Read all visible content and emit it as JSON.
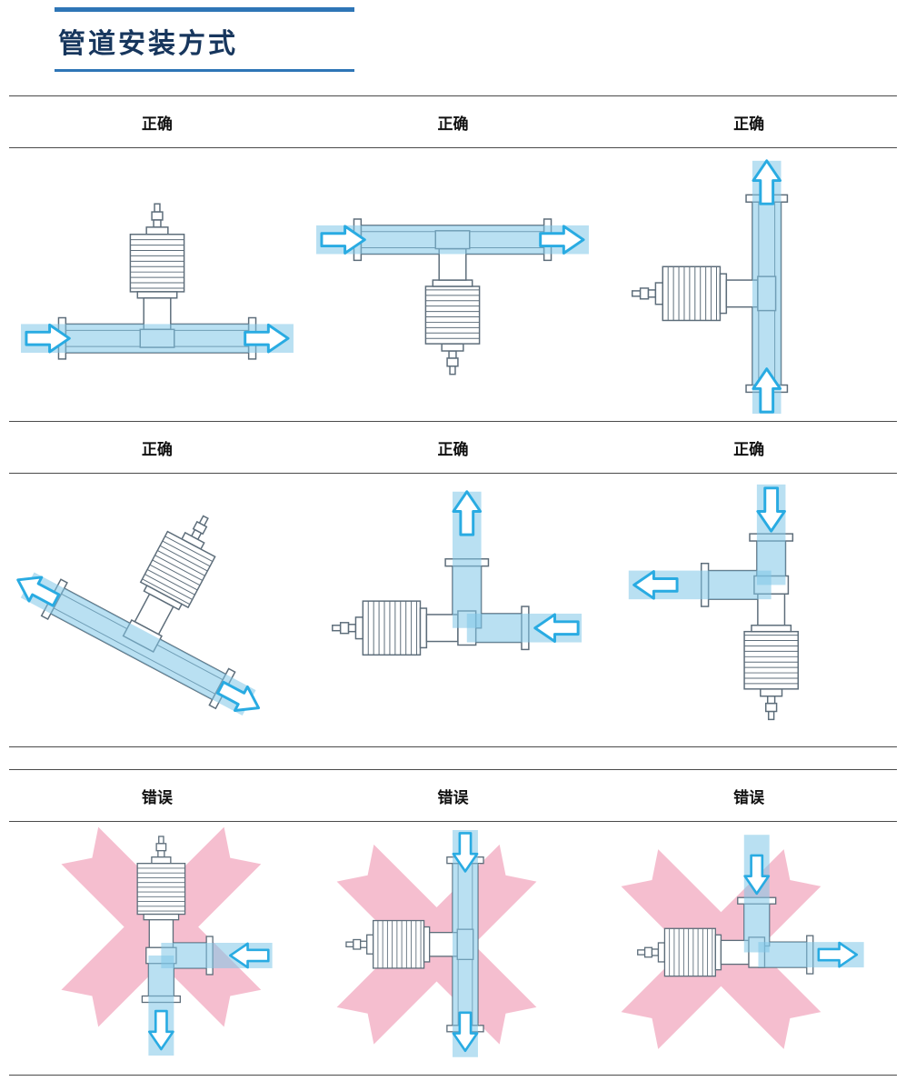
{
  "title": "管道安装方式",
  "colors": {
    "accent_blue": "#2e75b6",
    "title_blue": "#17365d",
    "flow_band_blue": "#7fc6e8",
    "arrow_blue": "#29abe2",
    "error_pink": "#f4b6c9",
    "rule_gray": "#4a4a4a",
    "drawing_gray": "#5d6d7a"
  },
  "sections": [
    {
      "headers": [
        "正确",
        "正确",
        "正确"
      ],
      "diagrams": [
        "vertical-sensor-on-horizontal-pipe-flow-right",
        "inverted-sensor-under-horizontal-pipe-flow-right",
        "horizontal-sensor-on-vertical-pipe-flow-up"
      ]
    },
    {
      "headers": [
        "正确",
        "正确",
        "正确"
      ],
      "diagrams": [
        "inclined-sensor-on-diagonal-pipe-flow-both-directions",
        "horizontal-sensor-in-elbow-flow-in-right-out-top",
        "vertical-sensor-in-elbow-flow-in-top-out-left"
      ]
    },
    {
      "headers": [
        "错误",
        "错误",
        "错误"
      ],
      "diagrams": [
        "vertical-sensor-in-elbow-flow-in-right-out-bottom",
        "horizontal-sensor-on-vertical-pipe-flow-down",
        "horizontal-sensor-in-elbow-flow-in-top-out-right"
      ]
    }
  ]
}
